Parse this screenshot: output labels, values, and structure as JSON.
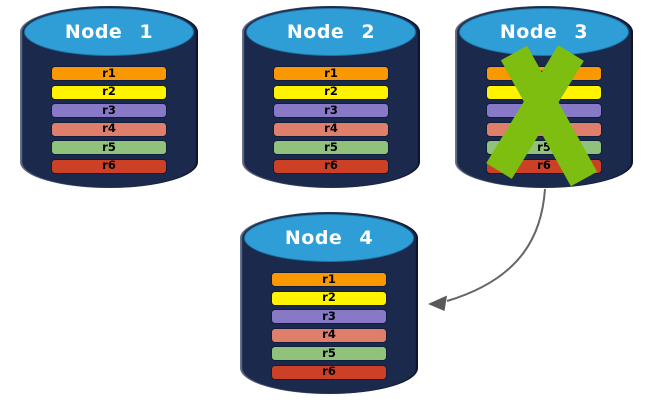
{
  "diagram": {
    "background": "#FFFFFF",
    "nodes": [
      {
        "label": "Node 1",
        "failed": false,
        "replicas": [
          {
            "label": "r1",
            "color": "#F99800"
          },
          {
            "label": "r2",
            "color": "#FFF300"
          },
          {
            "label": "r3",
            "color": "#8779C5"
          },
          {
            "label": "r4",
            "color": "#DF7F6B"
          },
          {
            "label": "r5",
            "color": "#90C27C"
          },
          {
            "label": "r6",
            "color": "#CC4125"
          }
        ]
      },
      {
        "label": "Node 2",
        "failed": false,
        "replicas": [
          {
            "label": "r1",
            "color": "#F99800"
          },
          {
            "label": "r2",
            "color": "#FFF300"
          },
          {
            "label": "r3",
            "color": "#8779C5"
          },
          {
            "label": "r4",
            "color": "#DF7F6B"
          },
          {
            "label": "r5",
            "color": "#90C27C"
          },
          {
            "label": "r6",
            "color": "#CC4125"
          }
        ]
      },
      {
        "label": "Node 3",
        "failed": true,
        "replicas": [
          {
            "label": "r1",
            "color": "#F99800"
          },
          {
            "label": "r2",
            "color": "#FFF300"
          },
          {
            "label": "r3",
            "color": "#8779C5"
          },
          {
            "label": "r4",
            "color": "#DF7F6B"
          },
          {
            "label": "r5",
            "color": "#90C27C"
          },
          {
            "label": "r6",
            "color": "#CC4125"
          }
        ]
      },
      {
        "label": "Node 4",
        "failed": false,
        "replicas": [
          {
            "label": "r1",
            "color": "#F99800"
          },
          {
            "label": "r2",
            "color": "#FFF300"
          },
          {
            "label": "r3",
            "color": "#8779C5"
          },
          {
            "label": "r4",
            "color": "#DF7F6B"
          },
          {
            "label": "r5",
            "color": "#90C27C"
          },
          {
            "label": "r6",
            "color": "#CC4125"
          }
        ]
      }
    ],
    "annotations": {
      "failure_x": {
        "target": "Node 3",
        "color": "#7DBE11"
      },
      "failover_arrow": {
        "from": "Node 3",
        "to": "Node 4",
        "color": "#666666"
      }
    },
    "colors": {
      "cylinder_body": "#1B2A4C",
      "cylinder_top": "#2F9ED6",
      "node_label_text": "#FFFFFF",
      "replica_label_text": "#000000"
    }
  }
}
